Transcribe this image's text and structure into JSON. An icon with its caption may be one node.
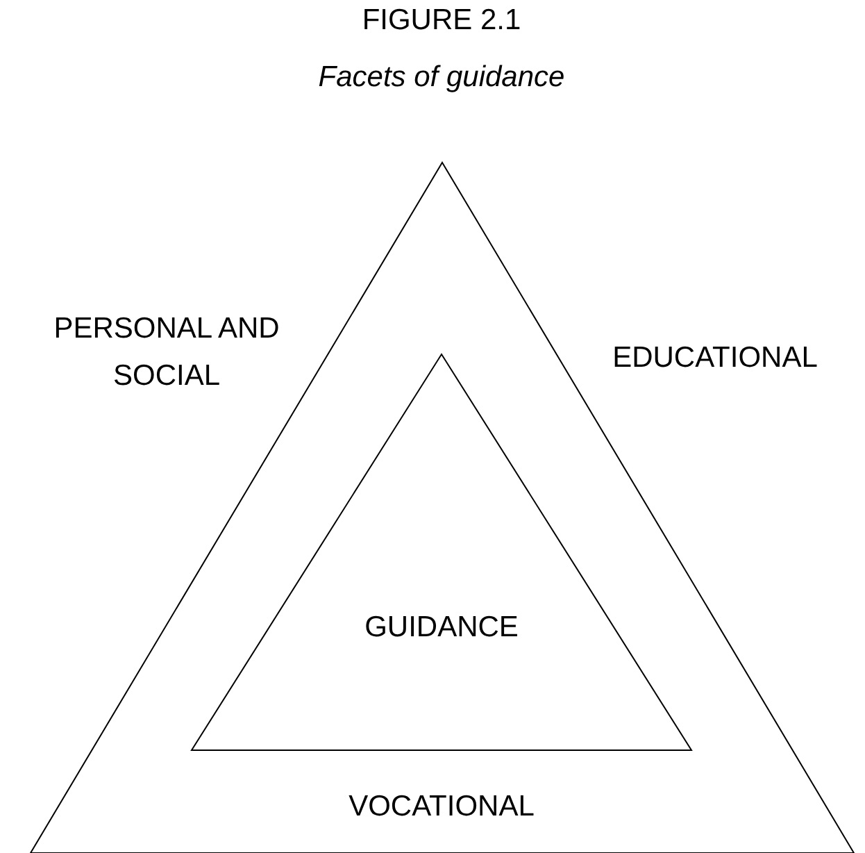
{
  "diagram": {
    "title": "FIGURE 2.1",
    "caption": "Facets of guidance",
    "nodes": [
      {
        "text": [],
        "shape": "triangle"
      },
      {
        "text": [
          "GUIDANCE"
        ],
        "in": 0
      }
    ],
    "edges": [],
    "labels": [
      "PERSONAL AND SOCIAL",
      "EDUCATIONAL",
      "VOCATIONAL"
    ]
  }
}
